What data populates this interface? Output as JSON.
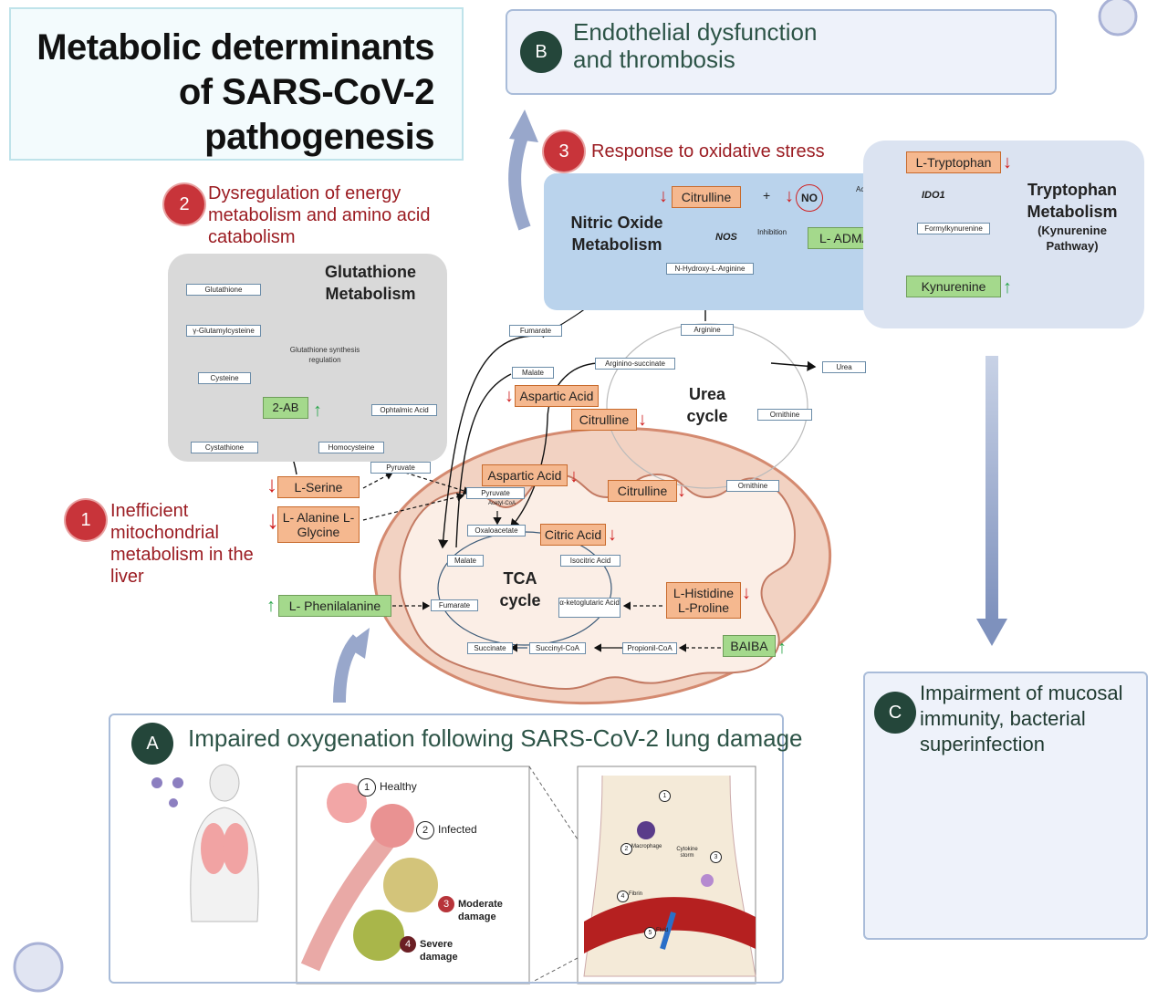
{
  "title": "Metabolic determinants of SARS-CoV-2 pathogenesis",
  "panel_b": {
    "letter": "B",
    "title": "Endothelial dysfunction and thrombosis"
  },
  "panel_a": {
    "letter": "A",
    "title": "Impaired oxygenation following SARS-CoV-2 lung damage",
    "lung_stages": [
      {
        "num": "1",
        "label": "Healthy"
      },
      {
        "num": "2",
        "label": "Infected"
      },
      {
        "num": "3",
        "label": "Moderate damage"
      },
      {
        "num": "4",
        "label": "Severe damage"
      }
    ],
    "alveolus": {
      "n1": "1",
      "n2": "2",
      "macrophage": "Macrophage",
      "n3": "3",
      "cytokine": "Cytokine storm",
      "n4": "4",
      "fibrin": "Fibrin",
      "n5": "5",
      "fluid": "Fluid"
    }
  },
  "panel_c": {
    "letter": "C",
    "title": "Impairment of mucosal immunity, bacterial superinfection"
  },
  "heading_1": {
    "num": "1",
    "text": "Inefficient mitochondrial metabolism in the liver"
  },
  "heading_2": {
    "num": "2",
    "text": "Dysregulation of energy metabolism and amino acid catabolism"
  },
  "heading_3": {
    "num": "3",
    "text": "Response to oxidative stress"
  },
  "glutathione": {
    "title": "Glutathione Metabolism",
    "glutathione": "Glutathione",
    "gamma": "γ-Glutamylcysteine",
    "cysteine": "Cysteine",
    "cystathione": "Cystathione",
    "homocysteine": "Homocysteine",
    "ab2": "2-AB",
    "ophtalmic": "Ophtalmic Acid",
    "regulation": "Glutathione synthesis regulation"
  },
  "no_metabolism": {
    "title": "Nitric Oxide Metabolism",
    "citrulline": "Citrulline",
    "plus": "+",
    "no": "NO",
    "nos": "NOS",
    "inhibition": "Inhibition",
    "ladma": "L- ADMA",
    "nhydroxy": "N-Hydroxy-L-Arginine",
    "activation": "Activation"
  },
  "tryptophan": {
    "title": "Tryptophan Metabolism",
    "subtitle": "(Kynurenine Pathway)",
    "ltryptophan": "L-Tryptophan",
    "ido1": "IDO1",
    "formyl": "Formylkynurenine",
    "kynurenine": "Kynurenine"
  },
  "urea": {
    "title": "Urea cycle",
    "arginine": "Arginine",
    "urea": "Urea",
    "ornithine": "Ornithine",
    "ornithine2": "Ornithine",
    "argininosuccinate": "Arginino-succinate",
    "fumarate": "Fumarate",
    "malate": "Malate",
    "aspartic": "Aspartic Acid",
    "citrulline": "Citrulline",
    "aspartic2": "Aspartic Acid",
    "citrulline2": "Citrulline"
  },
  "tca": {
    "title": "TCA cycle",
    "pyruvate_out": "Pyruvate",
    "pyruvate": "Pyruvate",
    "acetylcoa": "Acetyl-CoA",
    "oxaloacetate": "Oxaloacetate",
    "citric": "Citric Acid",
    "isocitric": "Isocitric Acid",
    "malate": "Malate",
    "fumarate": "Fumarate",
    "akg": "α-ketoglutaric Acid",
    "succinate": "Succinate",
    "succinylcoa": "Succinyl-CoA",
    "propionil": "Propionil-CoA",
    "histidine": "L-Histidine L-Proline",
    "baiba": "BAIBA",
    "phenyl": "L- Phenilalanine",
    "serine": "L-Serine",
    "alanine": "L- Alanine L-Glycine"
  }
}
